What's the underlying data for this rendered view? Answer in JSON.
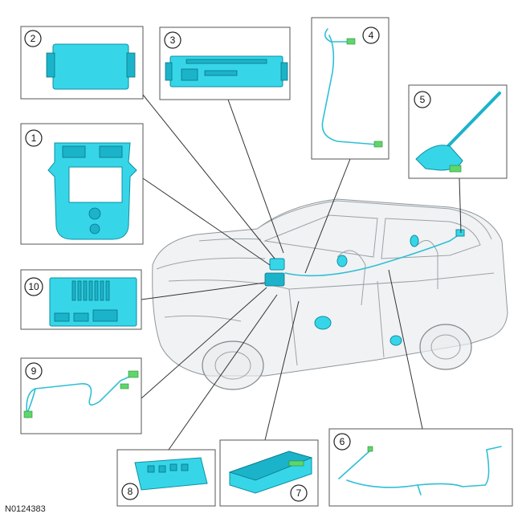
{
  "figure_id": "N0124383",
  "callouts": [
    {
      "label": "1"
    },
    {
      "label": "2"
    },
    {
      "label": "3"
    },
    {
      "label": "4"
    },
    {
      "label": "5"
    },
    {
      "label": "6"
    },
    {
      "label": "7"
    },
    {
      "label": "8"
    },
    {
      "label": "9"
    },
    {
      "label": "10"
    }
  ],
  "colors": {
    "part": "#36d6e8",
    "connector": "#5fd66a",
    "vehicle": "#dfe3e6"
  }
}
